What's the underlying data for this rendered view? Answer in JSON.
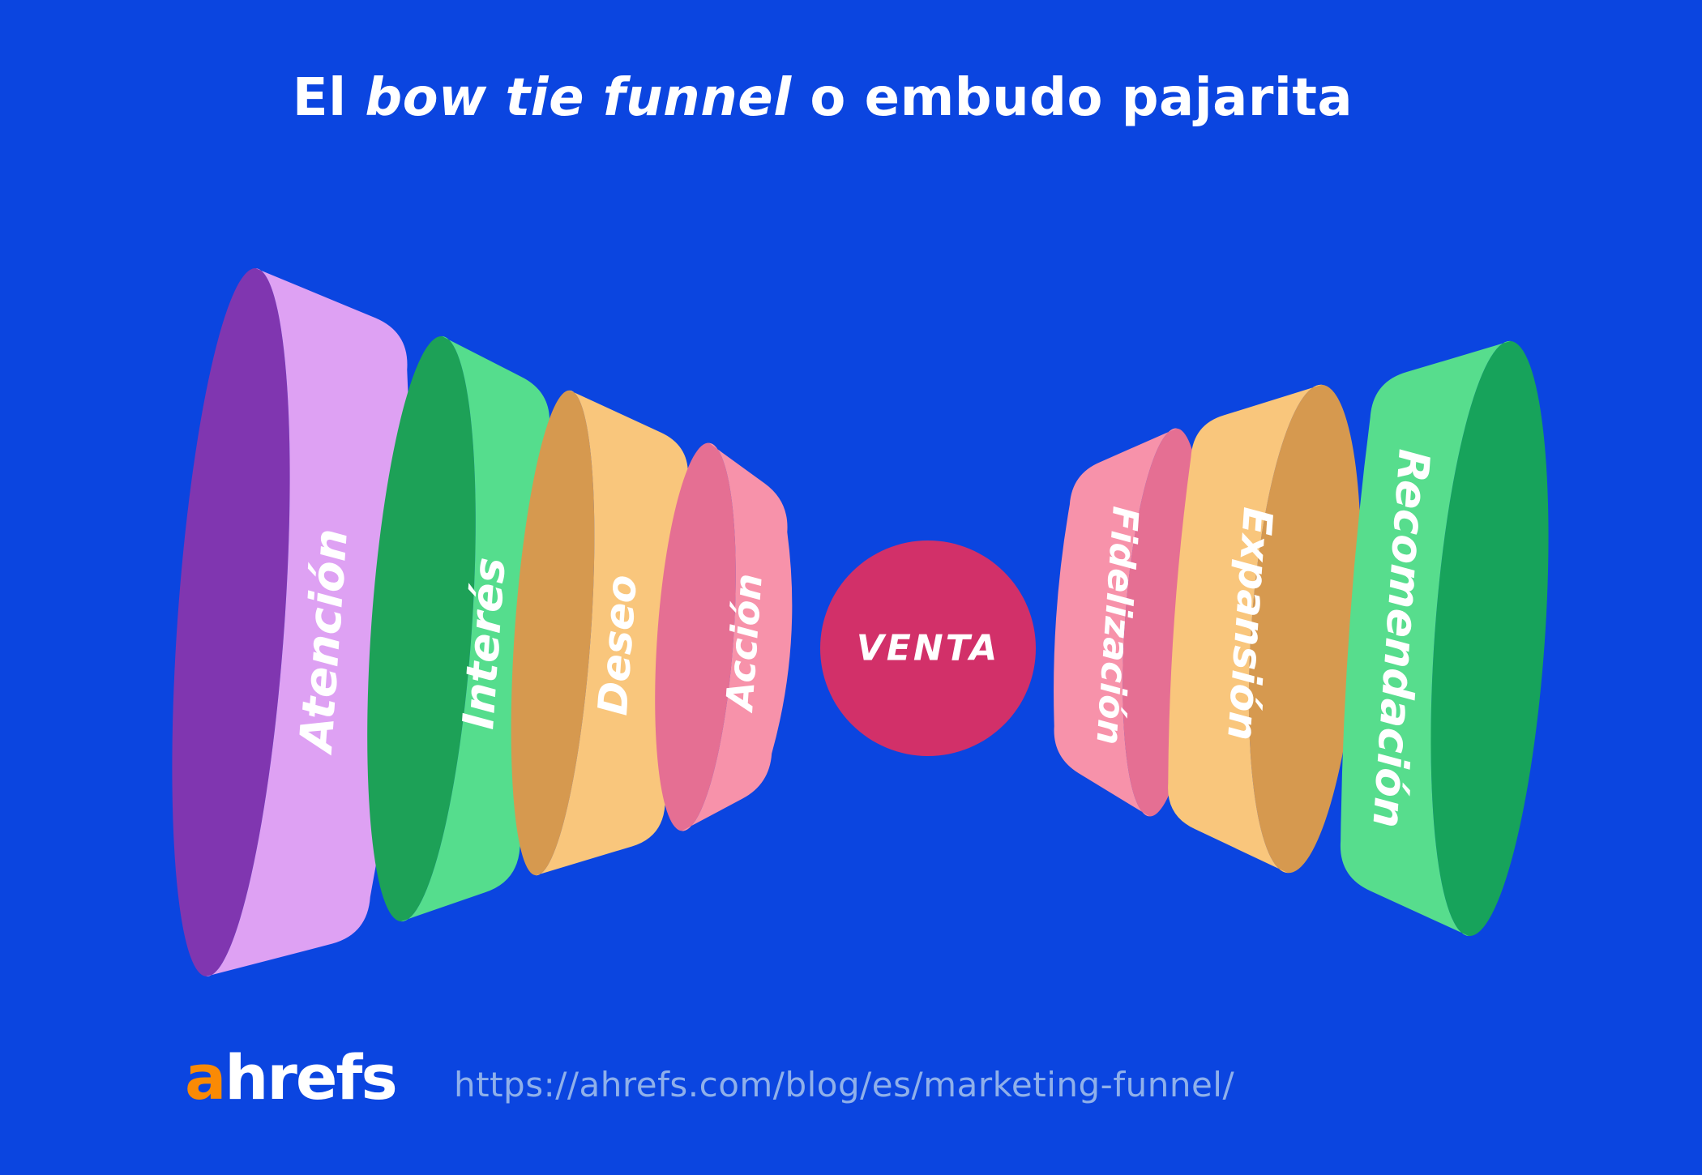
{
  "title": {
    "pre": "El ",
    "highlight": "bow tie funnel",
    "post": " o embudo pajarita"
  },
  "center": {
    "label": "VENTA",
    "fill": "#d23069",
    "text_color": "#ffffff"
  },
  "funnel_left": {
    "stages": [
      {
        "label": "Atención",
        "face": "#dea1f3",
        "edge": "#8036b0"
      },
      {
        "label": "Interés",
        "face": "#55dd8d",
        "edge": "#1da157"
      },
      {
        "label": "Deseo",
        "face": "#f9c67c",
        "edge": "#d6994f"
      },
      {
        "label": "Acción",
        "face": "#f792aa",
        "edge": "#e56f93"
      }
    ]
  },
  "funnel_right": {
    "stages": [
      {
        "label": "Fidelización",
        "face": "#f792aa",
        "edge": "#e56f93"
      },
      {
        "label": "Expansión",
        "face": "#f9c67c",
        "edge": "#d6994f"
      },
      {
        "label": "Recomendación",
        "face": "#57dd8d",
        "edge": "#17a35b"
      }
    ]
  },
  "footer": {
    "logo_accent_letter": "a",
    "logo_rest": "hrefs",
    "url": "https://ahrefs.com/blog/es/marketing-funnel/"
  },
  "colors": {
    "background": "#0b45e0",
    "title_text": "#ffffff",
    "url_text": "#8fb0ea",
    "logo_orange": "#fa8a05",
    "logo_white": "#ffffff"
  }
}
